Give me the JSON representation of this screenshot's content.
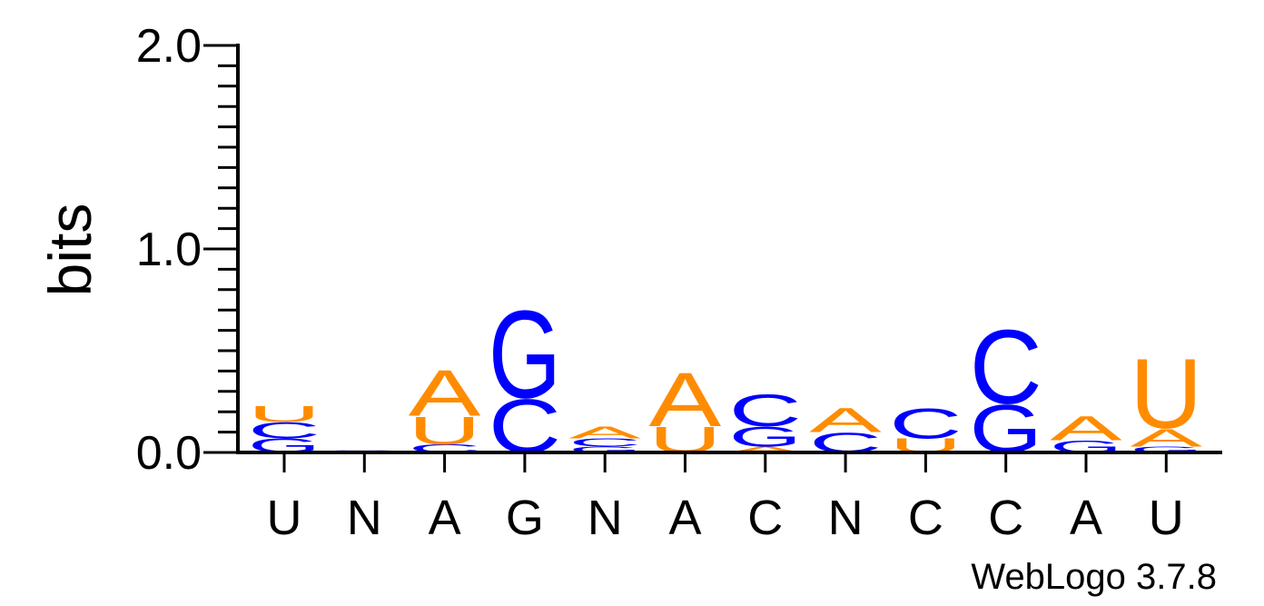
{
  "chart_data": {
    "type": "sequence-logo",
    "ylabel": "bits",
    "ylim": [
      0,
      2.0
    ],
    "y_tick_labels": [
      "0.0",
      "1.0",
      "2.0"
    ],
    "x_tick_labels": [
      "U",
      "N",
      "A",
      "G",
      "N",
      "A",
      "C",
      "N",
      "C",
      "C",
      "A",
      "U"
    ],
    "footer": "WebLogo 3.7.8",
    "colors": {
      "A": "#ff8c00",
      "U": "#ff8c00",
      "C": "#0000ff",
      "G": "#0000ff"
    },
    "columns": [
      {
        "position": 1,
        "consensus": "U",
        "stack": [
          {
            "base": "G",
            "height": 0.07
          },
          {
            "base": "C",
            "height": 0.08
          },
          {
            "base": "U",
            "height": 0.08
          }
        ]
      },
      {
        "position": 2,
        "consensus": "N",
        "stack": [
          {
            "base": "C",
            "height": 0.005
          },
          {
            "base": "G",
            "height": 0.005
          }
        ]
      },
      {
        "position": 3,
        "consensus": "A",
        "stack": [
          {
            "base": "C",
            "height": 0.04
          },
          {
            "base": "U",
            "height": 0.14
          },
          {
            "base": "A",
            "height": 0.23
          }
        ]
      },
      {
        "position": 4,
        "consensus": "G",
        "stack": [
          {
            "base": "C",
            "height": 0.27
          },
          {
            "base": "G",
            "height": 0.44
          }
        ]
      },
      {
        "position": 5,
        "consensus": "N",
        "stack": [
          {
            "base": "G",
            "height": 0.03
          },
          {
            "base": "C",
            "height": 0.04
          },
          {
            "base": "A",
            "height": 0.06
          }
        ]
      },
      {
        "position": 6,
        "consensus": "A",
        "stack": [
          {
            "base": "U",
            "height": 0.13
          },
          {
            "base": "A",
            "height": 0.27
          }
        ]
      },
      {
        "position": 7,
        "consensus": "C",
        "stack": [
          {
            "base": "A",
            "height": 0.03
          },
          {
            "base": "G",
            "height": 0.1
          },
          {
            "base": "C",
            "height": 0.16
          }
        ]
      },
      {
        "position": 8,
        "consensus": "N",
        "stack": [
          {
            "base": "C",
            "height": 0.1
          },
          {
            "base": "A",
            "height": 0.12
          }
        ]
      },
      {
        "position": 9,
        "consensus": "C",
        "stack": [
          {
            "base": "U",
            "height": 0.07
          },
          {
            "base": "C",
            "height": 0.15
          }
        ]
      },
      {
        "position": 10,
        "consensus": "C",
        "stack": [
          {
            "base": "G",
            "height": 0.24
          },
          {
            "base": "C",
            "height": 0.37
          }
        ]
      },
      {
        "position": 11,
        "consensus": "A",
        "stack": [
          {
            "base": "G",
            "height": 0.06
          },
          {
            "base": "A",
            "height": 0.12
          }
        ]
      },
      {
        "position": 12,
        "consensus": "U",
        "stack": [
          {
            "base": "G",
            "height": 0.03
          },
          {
            "base": "A",
            "height": 0.09
          },
          {
            "base": "U",
            "height": 0.35
          }
        ]
      }
    ]
  }
}
